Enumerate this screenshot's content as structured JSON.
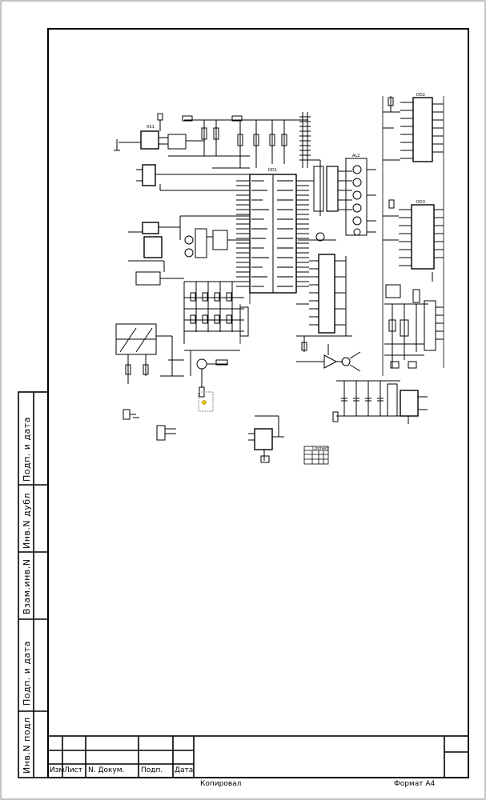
{
  "stamp": {
    "side_column": [
      "Инв.N подл",
      "Подп. и дата",
      "Взам.инв.N",
      "Инв.N дубл",
      "Подп. и дата"
    ],
    "header_row": [
      "Изм",
      "Лист",
      "N. Докум.",
      "Подп.",
      "Дата"
    ]
  },
  "footer": {
    "left": "Копировал",
    "right": "Формат А4"
  },
  "schematic": {
    "main_mcu_label": "DD1",
    "connector_label": "XS1",
    "chip_right_top_label": "DD2",
    "chip_right_bottom_label": "DD3",
    "al_label": "AL2",
    "table_title": "Connect"
  }
}
